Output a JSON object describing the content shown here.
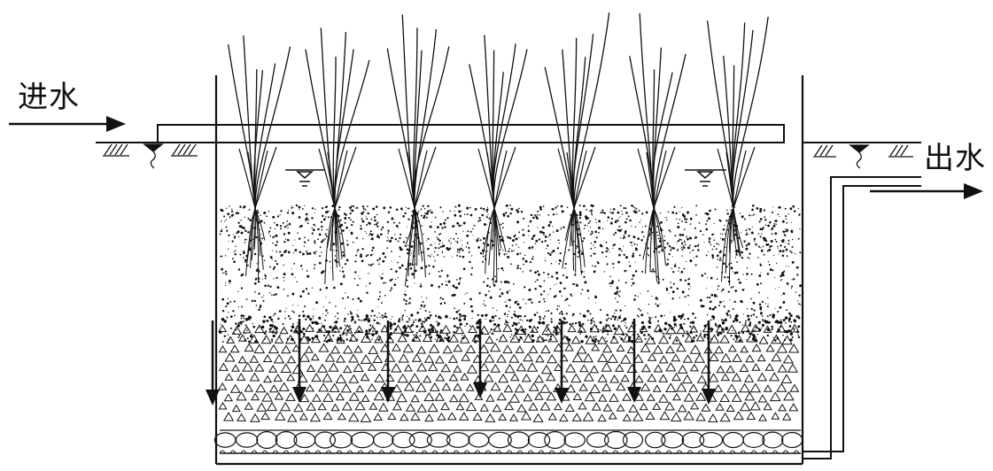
{
  "labels": {
    "inlet": "进水",
    "outlet": "出水"
  },
  "diagram": {
    "plant_count": 7,
    "flow_arrow_count": 7,
    "colors": {
      "line": "#111111",
      "background": "#ffffff"
    }
  }
}
